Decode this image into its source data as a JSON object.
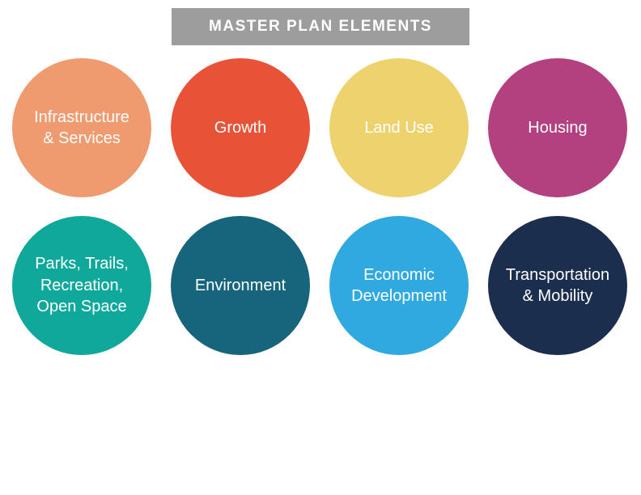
{
  "title": {
    "label": "MASTER PLAN ELEMENTS",
    "background": "#9D9D9D",
    "text_color": "#FFFFFF"
  },
  "elements": [
    {
      "label": "Infrastructure\n& Services",
      "color": "#F09A70"
    },
    {
      "label": "Growth",
      "color": "#E85338"
    },
    {
      "label": "Land Use",
      "color": "#EDD26E"
    },
    {
      "label": "Housing",
      "color": "#B4417F"
    },
    {
      "label": "Parks, Trails,\nRecreation,\nOpen Space",
      "color": "#10A89B"
    },
    {
      "label": "Environment",
      "color": "#16657C"
    },
    {
      "label": "Economic\nDevelopment",
      "color": "#2FA9DF"
    },
    {
      "label": "Transportation\n& Mobility",
      "color": "#1C2E4D"
    }
  ],
  "label_text_color": "#FFFFFF"
}
